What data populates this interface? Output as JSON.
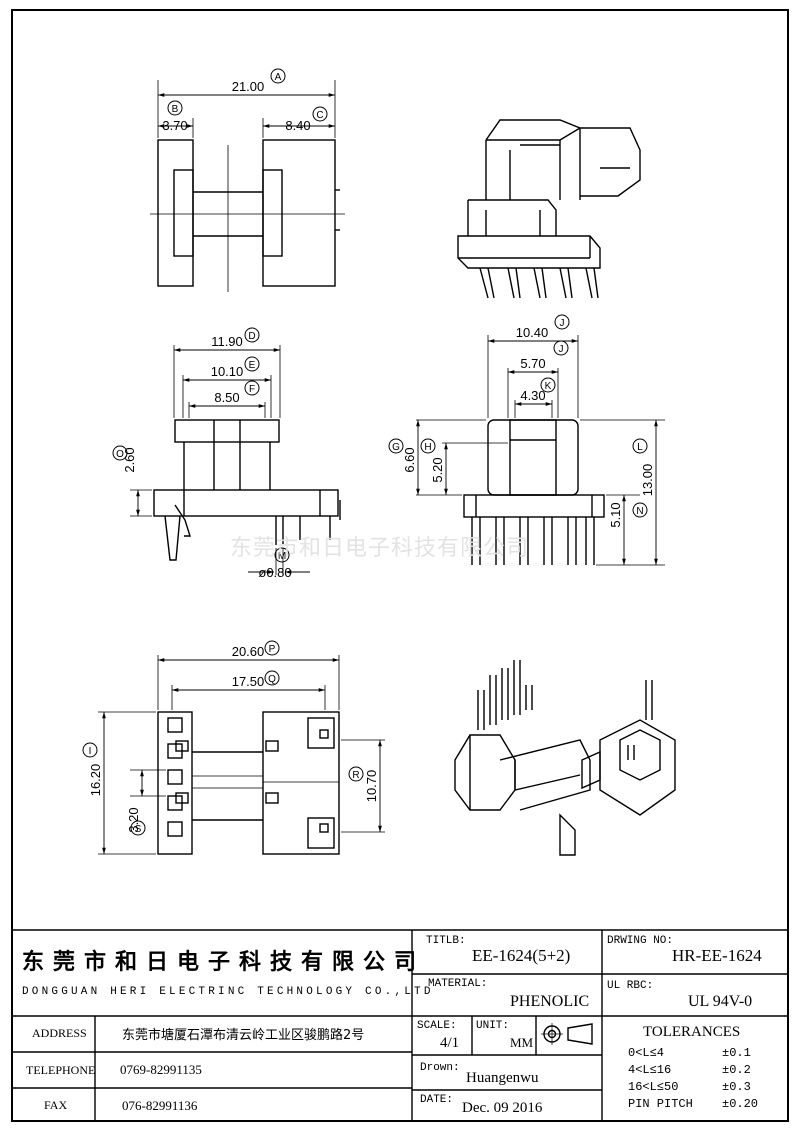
{
  "watermark": "东莞市和日电子科技有限公司",
  "views": {
    "top": {
      "dim_A": {
        "value": "21.00",
        "tag": "A"
      },
      "dim_B": {
        "value": "3.70",
        "tag": "B"
      },
      "dim_C": {
        "value": "8.40",
        "tag": "C"
      }
    },
    "side": {
      "dim_D": {
        "value": "11.90",
        "tag": "D"
      },
      "dim_E": {
        "value": "10.10",
        "tag": "E"
      },
      "dim_F": {
        "value": "8.50",
        "tag": "F"
      },
      "dim_O": {
        "value": "2.60",
        "tag": "O"
      },
      "dim_M": {
        "value": "0.80",
        "tag": "M",
        "prefix": "ø"
      }
    },
    "front": {
      "dim_J1": {
        "value": "10.40",
        "tag": "J"
      },
      "dim_J2": {
        "value": "5.70",
        "tag": "J"
      },
      "dim_K": {
        "value": "4.30",
        "tag": "K"
      },
      "dim_G": {
        "value": "6.60",
        "tag": "G"
      },
      "dim_H": {
        "value": "5.20",
        "tag": "H"
      },
      "dim_L": {
        "value": "13.00",
        "tag": "L"
      },
      "dim_N": {
        "value": "5.10",
        "tag": "N"
      }
    },
    "bottom": {
      "dim_P": {
        "value": "20.60",
        "tag": "P"
      },
      "dim_Q": {
        "value": "17.50",
        "tag": "Q"
      },
      "dim_I": {
        "value": "16.20",
        "tag": "I"
      },
      "dim_S": {
        "value": "3.20",
        "tag": "S"
      },
      "dim_R": {
        "value": "10.70",
        "tag": "R"
      }
    }
  },
  "title_block": {
    "company_cn": "东莞市和日电子科技有限公司",
    "company_en": "DONGGUAN HERI ELECTRINC TECHNOLOGY CO.,LTD",
    "title_label": "TITLB:",
    "title_value": "EE-1624(5+2)",
    "drwing_label": "DRWING NO:",
    "drwing_value": "HR-EE-1624",
    "material_label": "MATERIAL:",
    "material_value": "PHENOLIC",
    "ul_label": "UL  RBC:",
    "ul_value": "UL 94V-0",
    "address_label": "ADDRESS",
    "address_value": "东莞市塘厦石潭布清云岭工业区骏鹏路2号",
    "telephone_label": "TELEPHONE",
    "telephone_value": "0769-82991135",
    "fax_label": "FAX",
    "fax_value": "076-82991136",
    "scale_label": "SCALE:",
    "scale_value": "4/1",
    "unit_label": "UNIT:",
    "unit_value": "MM",
    "drawn_label": "Drown:",
    "drawn_value": "Huangenwu",
    "date_label": "DATE:",
    "date_value": "Dec. 09 2016",
    "tolerances_label": "TOLERANCES",
    "tolerances": [
      {
        "range": "0<L≤4",
        "value": "±0.1"
      },
      {
        "range": "4<L≤16",
        "value": "±0.2"
      },
      {
        "range": "16<L≤50",
        "value": "±0.3"
      },
      {
        "range": "PIN PITCH",
        "value": "±0.20"
      }
    ]
  }
}
